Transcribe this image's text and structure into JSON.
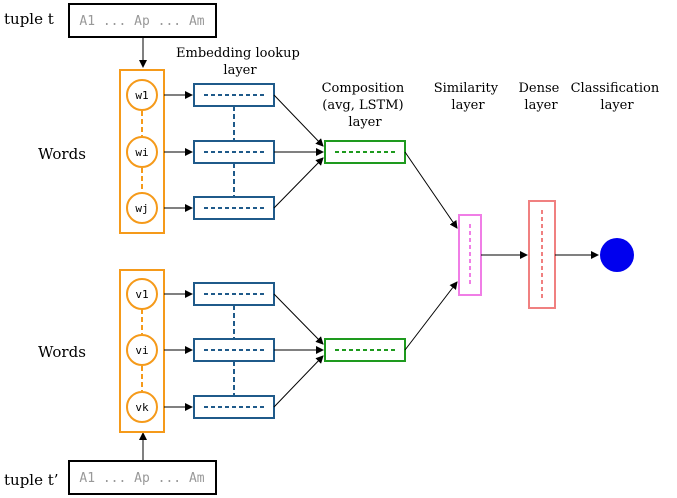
{
  "tuples": {
    "top": {
      "label": "tuple t",
      "cells": "A1 ... Ap ... Am"
    },
    "bottom": {
      "label": "tuple t’",
      "cells": "A1 ... Ap ... Am"
    }
  },
  "words_label": "Words",
  "nodes_top": [
    "w1",
    "wi",
    "wj"
  ],
  "nodes_bottom": [
    "v1",
    "vi",
    "vk"
  ],
  "layers": {
    "embedding": [
      "Embedding lookup",
      "layer"
    ],
    "composition": [
      "Composition",
      "(avg, LSTM)",
      "layer"
    ],
    "similarity": [
      "Similarity",
      "layer"
    ],
    "dense": [
      "Dense",
      "layer"
    ],
    "classification": [
      "Classification",
      "layer"
    ]
  },
  "colors": {
    "words": "#f59a1a",
    "embedding": "#1f5a8a",
    "composition": "#1e9a1e",
    "similarity": "#f07ee6",
    "dense": "#f08080",
    "output": "#0000ee"
  }
}
